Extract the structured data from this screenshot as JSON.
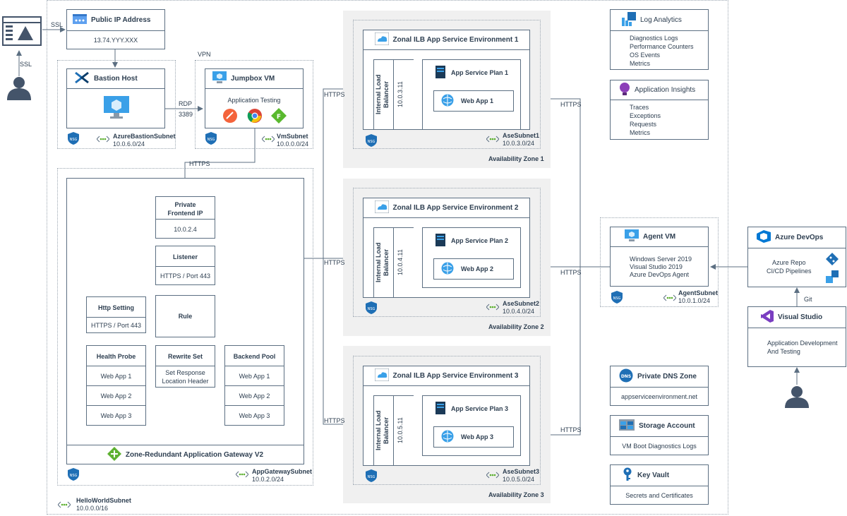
{
  "client": {
    "ssl_top": "SSL",
    "ssl_side": "SSL"
  },
  "public_ip": {
    "title": "Public IP Address",
    "value": "13.74.YYY.XXX"
  },
  "bastion": {
    "title": "Bastion Host",
    "subnet": "AzureBastionSubnet",
    "cidr": "10.0.6.0/24",
    "rdp": "RDP",
    "port": "3389"
  },
  "jumpbox": {
    "vpn": "VPN",
    "title": "Jumpbox VM",
    "subtitle": "Application Testing",
    "subnet": "VmSubnet",
    "cidr": "10.0.0.0/24",
    "https": "HTTPS"
  },
  "appgw": {
    "frontend_title": "Private\nFrontend IP",
    "frontend_ip": "10.0.2.4",
    "listener_title": "Listener",
    "listener_value": "HTTPS / Port 443",
    "rule": "Rule",
    "http_setting_title": "Http Setting",
    "http_setting_value": "HTTPS / Port 443",
    "health_probe_title": "Health Probe",
    "health_probe_items": [
      "Web App 1",
      "Web App 2",
      "Web App 3"
    ],
    "rewrite_title": "Rewrite Set",
    "rewrite_value": "Set Response\nLocation Header",
    "backend_title": "Backend Pool",
    "backend_items": [
      "Web App 1",
      "Web App 2",
      "Web App 3"
    ],
    "gateway_name": "Zone-Redundant Application Gateway V2",
    "subnet": "AppGatewaySubnet",
    "cidr": "10.0.2.0/24"
  },
  "vnet": {
    "subnet": "HelloWorldSubnet",
    "cidr": "10.0.0.0/16"
  },
  "zones": [
    {
      "ase": "Zonal ILB App Service Environment 1",
      "ilb": "Internal Load Balancer",
      "ilb_ip": "10.0.3.11",
      "plan": "App Service Plan 1",
      "webapp": "Web App 1",
      "subnet": "AseSubnet1",
      "cidr": "10.0.3.0/24",
      "zone": "Availability Zone 1",
      "https_in": "HTTPS",
      "https_out": "HTTPS"
    },
    {
      "ase": "Zonal ILB App Service Environment 2",
      "ilb": "Internal Load Balancer",
      "ilb_ip": "10.0.4.11",
      "plan": "App Service Plan 2",
      "webapp": "Web App 2",
      "subnet": "AseSubnet2",
      "cidr": "10.0.4.0/24",
      "zone": "Availability Zone 2",
      "https_in": "HTTPS",
      "https_out": "HTTPS"
    },
    {
      "ase": "Zonal ILB App Service Environment 3",
      "ilb": "Internal Load Balancer",
      "ilb_ip": "10.0.5.11",
      "plan": "App Service Plan 3",
      "webapp": "Web App 3",
      "subnet": "AseSubnet3",
      "cidr": "10.0.5.0/24",
      "zone": "Availability Zone 3",
      "https_in": "HTTPS",
      "https_out": "HTTPS"
    }
  ],
  "log_analytics": {
    "title": "Log Analytics",
    "items": [
      "Diagnostics Logs",
      "Performance Counters",
      "OS Events",
      "Metrics"
    ]
  },
  "app_insights": {
    "title": "Application Insights",
    "items": [
      "Traces",
      "Exceptions",
      "Requests",
      "Metrics"
    ]
  },
  "agent_vm": {
    "title": "Agent VM",
    "items": [
      "Windows Server 2019",
      "Visual Studio 2019",
      "Azure DevOps Agent"
    ],
    "subnet": "AgentSubnet",
    "cidr": "10.0.1.0/24"
  },
  "devops": {
    "title": "Azure DevOps",
    "items": [
      "Azure Repo",
      "CI/CD Pipelines"
    ],
    "git": "Git"
  },
  "visual_studio": {
    "title": "Visual Studio",
    "items": [
      "Application Development",
      "And Testing"
    ]
  },
  "dns": {
    "title": "Private DNS Zone",
    "value": "appserviceenvironment.net"
  },
  "storage": {
    "title": "Storage Account",
    "value": "VM Boot Diagnostics Logs"
  },
  "keyvault": {
    "title": "Key Vault",
    "value": "Secrets and Certificates"
  },
  "nsg_label": "NSG",
  "colors": {
    "line": "#5c6f82",
    "azure_blue": "#0078d4",
    "zone_bg": "#f0f0f0"
  }
}
